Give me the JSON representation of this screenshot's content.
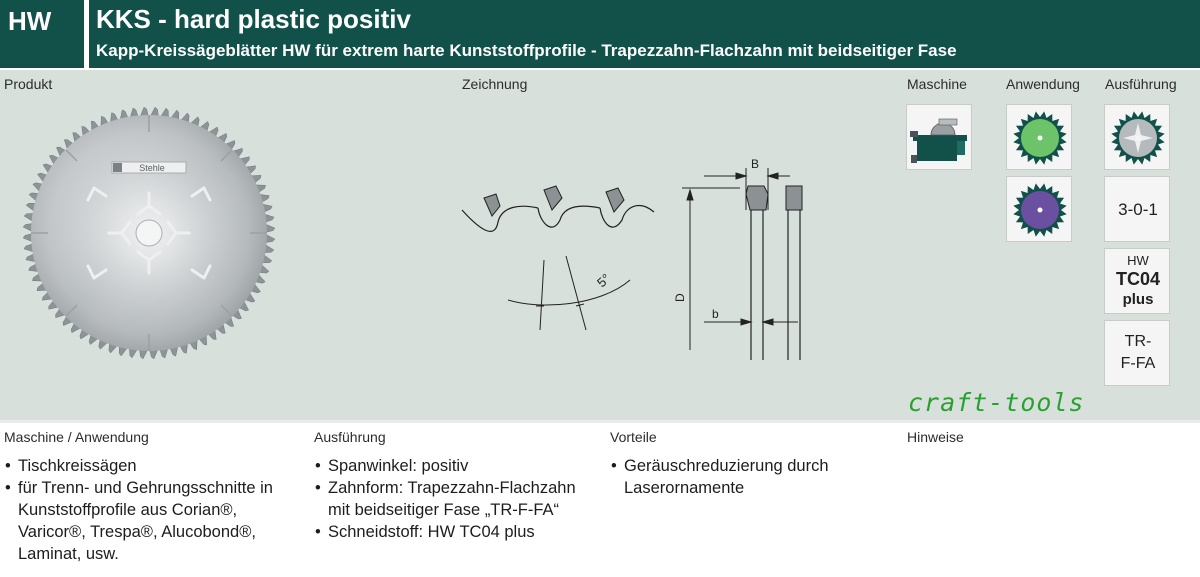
{
  "header": {
    "badge": "HW",
    "title": "KKS - hard plastic positiv",
    "subtitle": "Kapp-Kreissägeblätter HW für extrem harte Kunststoffprofile - Trapezzahn-Flachzahn mit beidseitiger Fase"
  },
  "sections": {
    "produkt": "Produkt",
    "zeichnung": "Zeichnung",
    "maschine": "Maschine",
    "anwendung": "Anwendung",
    "ausfuehrung": "Ausführung"
  },
  "product": {
    "blade_logo": "Stehle"
  },
  "drawing": {
    "angle_label": "5°",
    "dim_b_upper": "B",
    "dim_b_lower": "b",
    "dim_d": "D"
  },
  "ausfuehrung_tiles": {
    "code": "3-0-1",
    "material_line1": "HW",
    "material_line2": "TC04",
    "material_line3": "plus",
    "tooth_line1": "TR-",
    "tooth_line2": "F-FA"
  },
  "brand": "craft-tools",
  "colors": {
    "header_green": "#11514a",
    "panel_gray": "#d8e0dc",
    "anwendung_green": "#6cc36a",
    "anwendung_purple": "#6b4fa0",
    "brand_green": "#2aa032"
  },
  "bottom": {
    "maschine_anwendung": {
      "label": "Maschine / Anwendung",
      "items": [
        "Tischkreissägen",
        "für Trenn- und Gehrungsschnitte in Kunststoffprofile aus Corian®, Varicor®, Trespa®, Alucobond®, Laminat, usw."
      ]
    },
    "ausfuehrung": {
      "label": "Ausführung",
      "items": [
        "Spanwinkel: positiv",
        "Zahnform: Trapezzahn-Flachzahn mit beidseitiger Fase „TR-F-FA“",
        "Schneidstoff: HW TC04 plus"
      ]
    },
    "vorteile": {
      "label": "Vorteile",
      "items": [
        "Geräuschreduzierung durch Laserornamente"
      ]
    },
    "hinweise": {
      "label": "Hinweise",
      "items": []
    }
  }
}
